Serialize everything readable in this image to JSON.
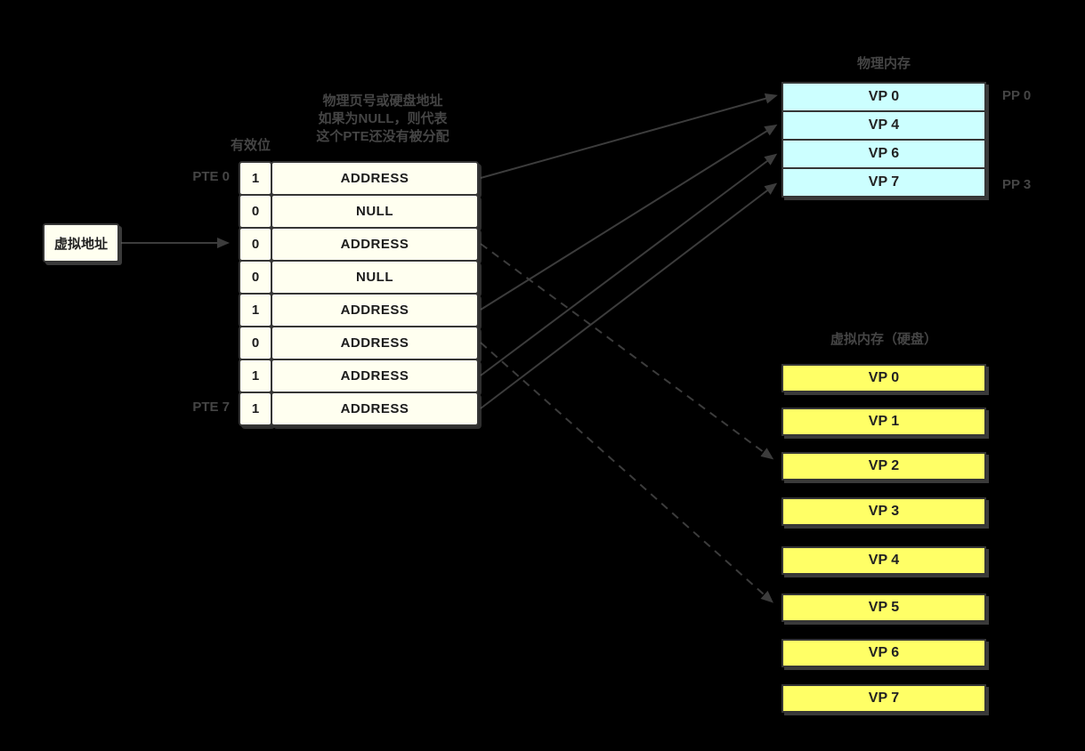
{
  "diagram": {
    "virtual_address_label": "虚拟地址",
    "valid_bit_label": "有效位",
    "annotation": {
      "line1": "物理页号或硬盘地址",
      "line2": "如果为NULL，则代表",
      "line3": "这个PTE还没有被分配"
    },
    "page_table": {
      "first_entry_label": "PTE 0",
      "last_entry_label": "PTE 7",
      "rows": [
        {
          "valid": "1",
          "address": "ADDRESS"
        },
        {
          "valid": "0",
          "address": "NULL"
        },
        {
          "valid": "0",
          "address": "ADDRESS"
        },
        {
          "valid": "0",
          "address": "NULL"
        },
        {
          "valid": "1",
          "address": "ADDRESS"
        },
        {
          "valid": "0",
          "address": "ADDRESS"
        },
        {
          "valid": "1",
          "address": "ADDRESS"
        },
        {
          "valid": "1",
          "address": "ADDRESS"
        }
      ]
    },
    "physical_memory": {
      "title": "物理内存",
      "first_frame_label": "PP 0",
      "last_frame_label": "PP 3",
      "pages": [
        "VP 0",
        "VP 4",
        "VP 6",
        "VP 7"
      ]
    },
    "disk": {
      "title": "虚拟内存（硬盘）",
      "pages": [
        "VP 0",
        "VP 1",
        "VP 2",
        "VP 3",
        "VP 4",
        "VP 5",
        "VP 6",
        "VP 7"
      ]
    },
    "mappings": {
      "solid": [
        {
          "from": "PTE 0",
          "to": "VP 0"
        },
        {
          "from": "PTE 4",
          "to": "VP 4"
        },
        {
          "from": "PTE 6",
          "to": "VP 6"
        },
        {
          "from": "PTE 7",
          "to": "VP 7"
        }
      ],
      "dashed": [
        {
          "from": "PTE 2",
          "to": "VP 2"
        },
        {
          "from": "PTE 5",
          "to": "VP 5"
        }
      ]
    },
    "colors": {
      "background": "#000000",
      "cell_fill": "#FFFFF0",
      "physical_fill": "#CCFFFF",
      "disk_fill": "#FFFF66",
      "border": "#363636",
      "label_gray": "#454545",
      "arrow": "#3C3C3C"
    }
  }
}
